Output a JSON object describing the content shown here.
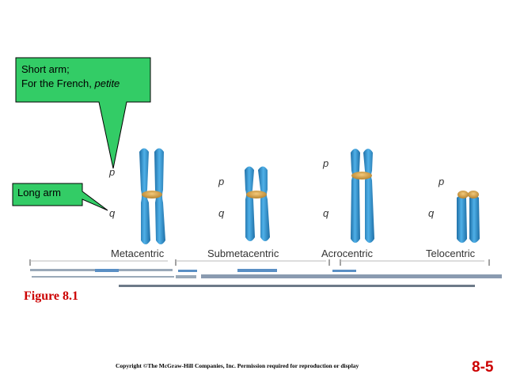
{
  "callouts": {
    "short_arm_line1": "Short arm;",
    "short_arm_line2_prefix": "For the French, ",
    "short_arm_line2_italic": "petite",
    "long_arm": "Long arm"
  },
  "arm_labels": {
    "p": "p",
    "q": "q"
  },
  "chromosome_types": [
    "Metacentric",
    "Submetacentric",
    "Acrocentric",
    "Telocentric"
  ],
  "figure_label": "Figure 8.1",
  "copyright": "Copyright ©The McGraw-Hill Companies, Inc. Permission required for reproduction or display",
  "slide_number": "8-5",
  "colors": {
    "callout_fill": "#33cc66",
    "callout_border": "#000000",
    "chromosome_blue": "#2f93d1",
    "chromosome_dark": "#1f6fa6",
    "centromere": "#d9a24a",
    "accent_red": "#cc0000"
  }
}
